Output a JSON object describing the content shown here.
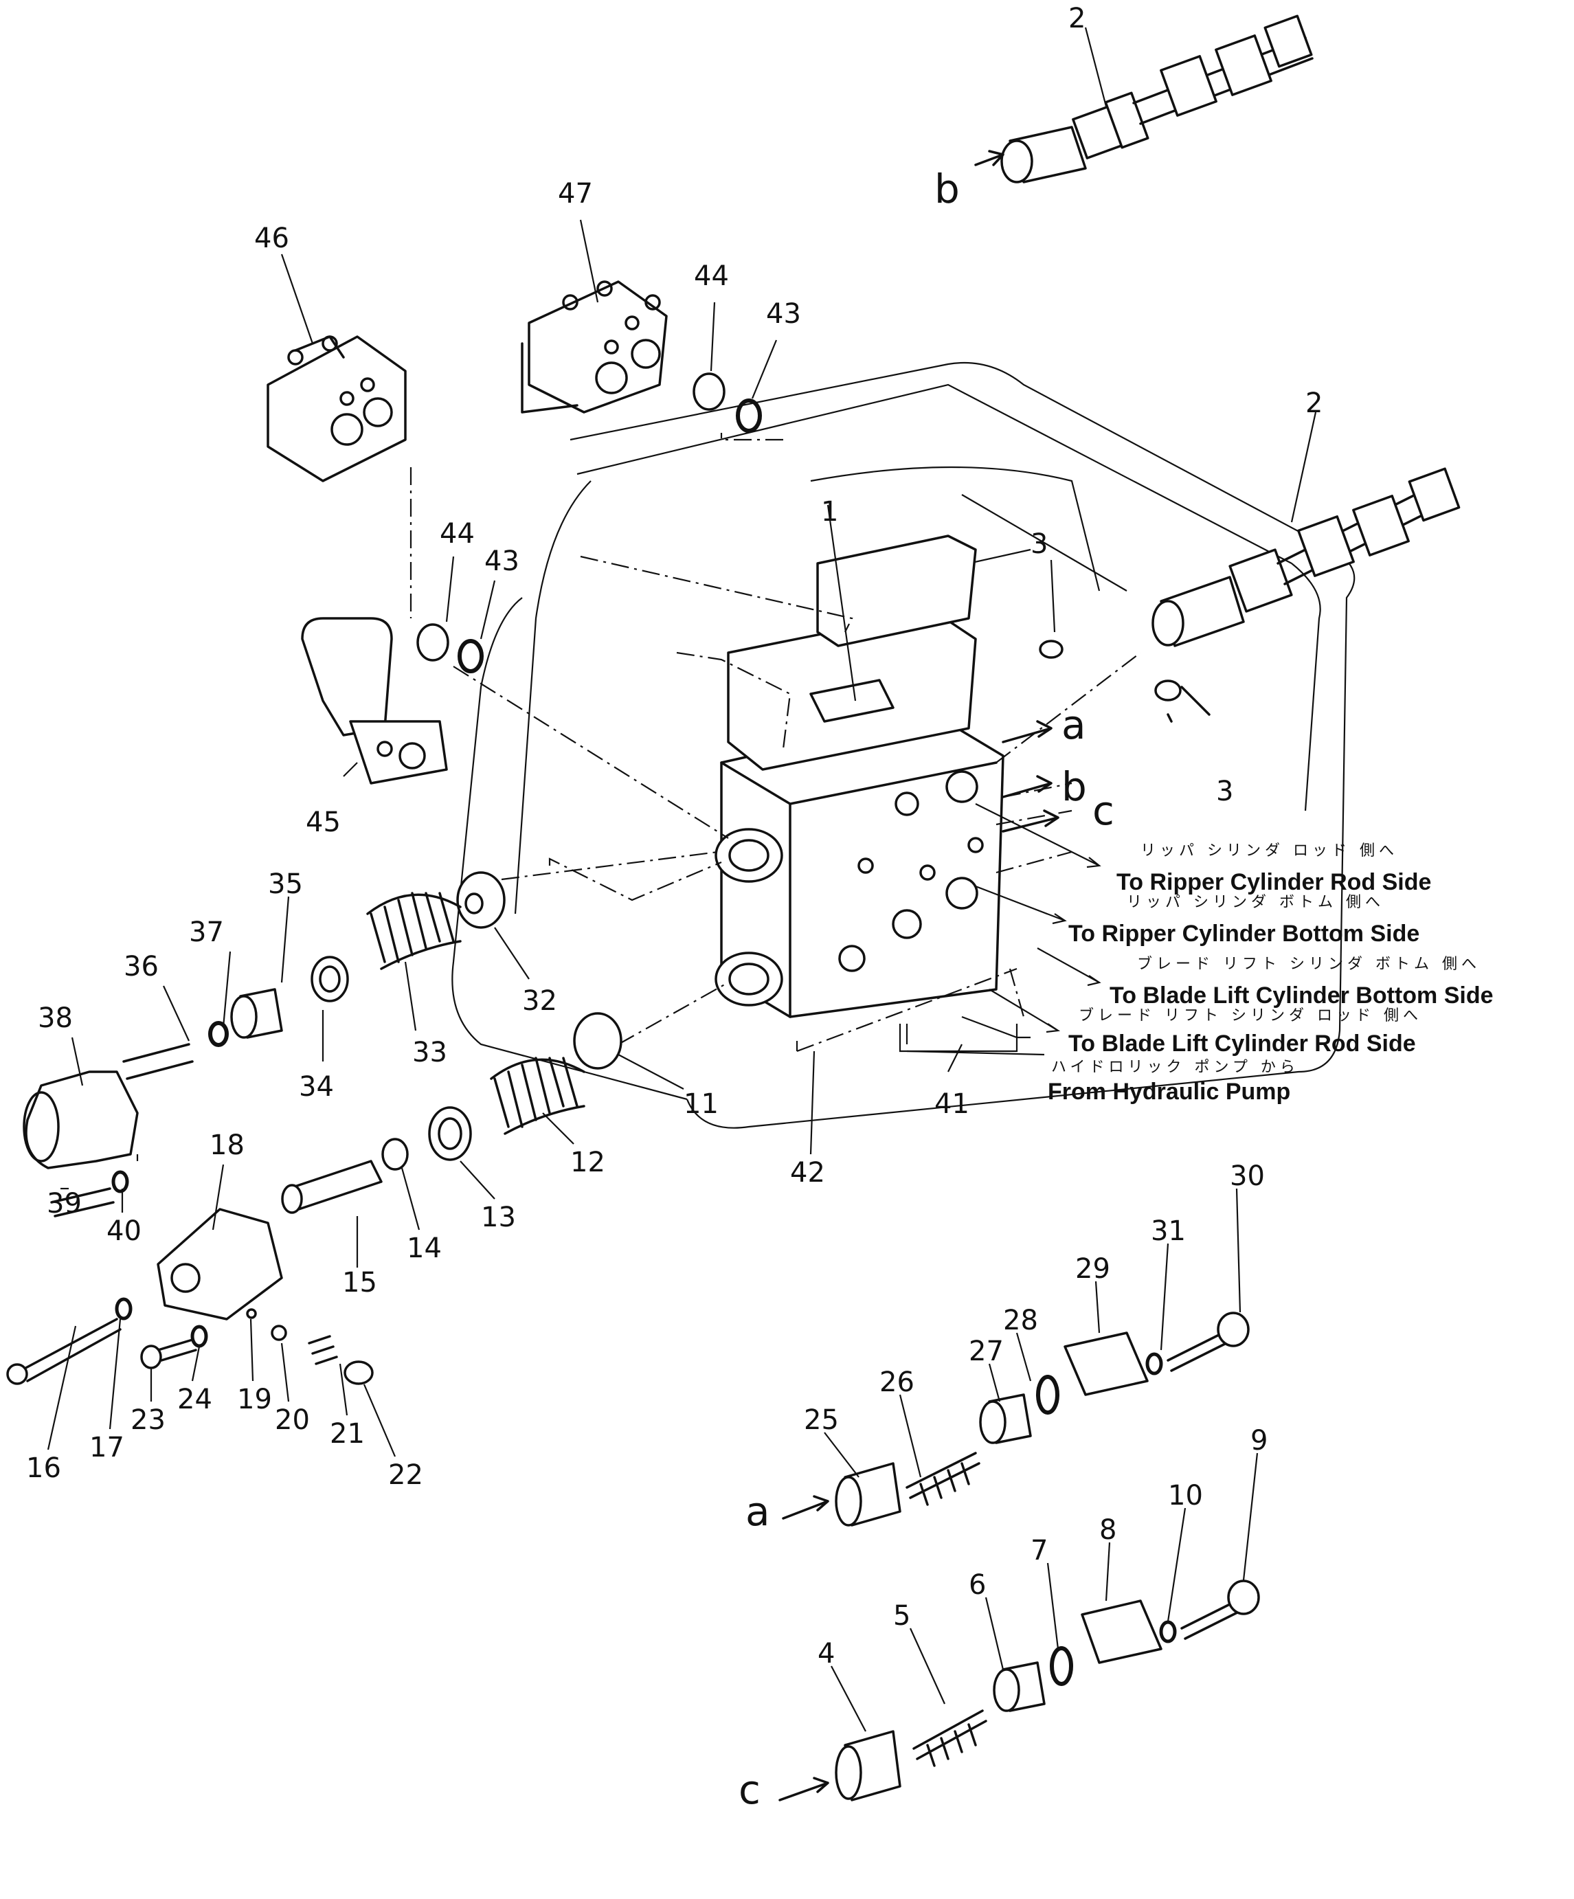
{
  "callouts": [
    {
      "id": "c2a",
      "text": "2"
    },
    {
      "id": "c2b",
      "text": "2"
    },
    {
      "id": "c47",
      "text": "47"
    },
    {
      "id": "c46",
      "text": "46"
    },
    {
      "id": "c44a",
      "text": "44"
    },
    {
      "id": "c43a",
      "text": "43"
    },
    {
      "id": "c44b",
      "text": "44"
    },
    {
      "id": "c43b",
      "text": "43"
    },
    {
      "id": "c1",
      "text": "1"
    },
    {
      "id": "c3a",
      "text": "3"
    },
    {
      "id": "c3b",
      "text": "3"
    },
    {
      "id": "c45",
      "text": "45"
    },
    {
      "id": "c35",
      "text": "35"
    },
    {
      "id": "c37",
      "text": "37"
    },
    {
      "id": "c36",
      "text": "36"
    },
    {
      "id": "c38",
      "text": "38"
    },
    {
      "id": "c34",
      "text": "34"
    },
    {
      "id": "c33",
      "text": "33"
    },
    {
      "id": "c32",
      "text": "32"
    },
    {
      "id": "c11",
      "text": "11"
    },
    {
      "id": "c12",
      "text": "12"
    },
    {
      "id": "c13",
      "text": "13"
    },
    {
      "id": "c14",
      "text": "14"
    },
    {
      "id": "c15",
      "text": "15"
    },
    {
      "id": "c18",
      "text": "18"
    },
    {
      "id": "c39",
      "text": "39"
    },
    {
      "id": "c40",
      "text": "40"
    },
    {
      "id": "c16",
      "text": "16"
    },
    {
      "id": "c17",
      "text": "17"
    },
    {
      "id": "c23",
      "text": "23"
    },
    {
      "id": "c24",
      "text": "24"
    },
    {
      "id": "c19",
      "text": "19"
    },
    {
      "id": "c20",
      "text": "20"
    },
    {
      "id": "c21",
      "text": "21"
    },
    {
      "id": "c22",
      "text": "22"
    },
    {
      "id": "c41",
      "text": "41"
    },
    {
      "id": "c42",
      "text": "42"
    },
    {
      "id": "c30",
      "text": "30"
    },
    {
      "id": "c31",
      "text": "31"
    },
    {
      "id": "c29",
      "text": "29"
    },
    {
      "id": "c28",
      "text": "28"
    },
    {
      "id": "c27",
      "text": "27"
    },
    {
      "id": "c26",
      "text": "26"
    },
    {
      "id": "c25",
      "text": "25"
    },
    {
      "id": "c9",
      "text": "9"
    },
    {
      "id": "c10",
      "text": "10"
    },
    {
      "id": "c8",
      "text": "8"
    },
    {
      "id": "c7",
      "text": "7"
    },
    {
      "id": "c6",
      "text": "6"
    },
    {
      "id": "c5",
      "text": "5"
    },
    {
      "id": "c4",
      "text": "4"
    }
  ],
  "ports": {
    "a_top": "a",
    "b_top": "b",
    "c_top": "c",
    "b_upper": "b",
    "a_lower": "a",
    "c_lower": "c"
  },
  "captions": {
    "ripper_rod_jp": "リッパ シリンダ ロッド 側へ",
    "ripper_rod_en": "To Ripper Cylinder Rod Side",
    "ripper_bottom_jp": "リッパ シリンダ ボトム 側へ",
    "ripper_bottom_en": "To Ripper Cylinder Bottom Side",
    "blade_bottom_jp": "ブレード リフト シリンダ ボトム 側へ",
    "blade_bottom_en": "To Blade Lift Cylinder Bottom Side",
    "blade_rod_jp": "ブレード リフト シリンダ ロッド 側へ",
    "blade_rod_en": "To Blade Lift Cylinder Rod Side",
    "pump_jp": "ハイドロリック ポンプ から",
    "pump_en": "From Hydraulic Pump"
  }
}
